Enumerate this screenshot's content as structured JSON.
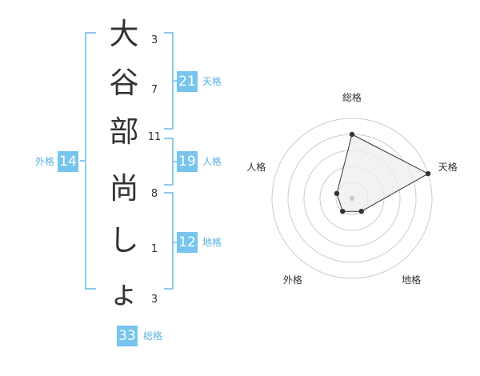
{
  "name": {
    "characters": [
      {
        "char": "大",
        "strokes": "3"
      },
      {
        "char": "谷",
        "strokes": "7"
      },
      {
        "char": "部",
        "strokes": "11"
      },
      {
        "char": "尚",
        "strokes": "8"
      },
      {
        "char": "し",
        "strokes": "1"
      },
      {
        "char": "ょ",
        "strokes": "3"
      }
    ]
  },
  "kaku": {
    "tenkaku": {
      "value": "21",
      "label": "天格"
    },
    "jinkaku": {
      "value": "19",
      "label": "人格"
    },
    "chikaku": {
      "value": "12",
      "label": "地格"
    },
    "gaikaku": {
      "value": "14",
      "label": "外格"
    },
    "soukaku": {
      "value": "33",
      "label": "総格"
    }
  },
  "colors": {
    "accent": "#77c5ee",
    "bracket": "#8ccaed",
    "label": "#58b2e2",
    "polygon_fill": "#eeeeee",
    "ring": "#cccccc"
  },
  "chart_data": {
    "type": "radar",
    "axes": [
      "総格",
      "天格",
      "地格",
      "外格",
      "人格"
    ],
    "values": [
      4,
      5,
      1,
      1,
      1
    ],
    "rmax": 5,
    "rings": 5,
    "center_point": true
  }
}
